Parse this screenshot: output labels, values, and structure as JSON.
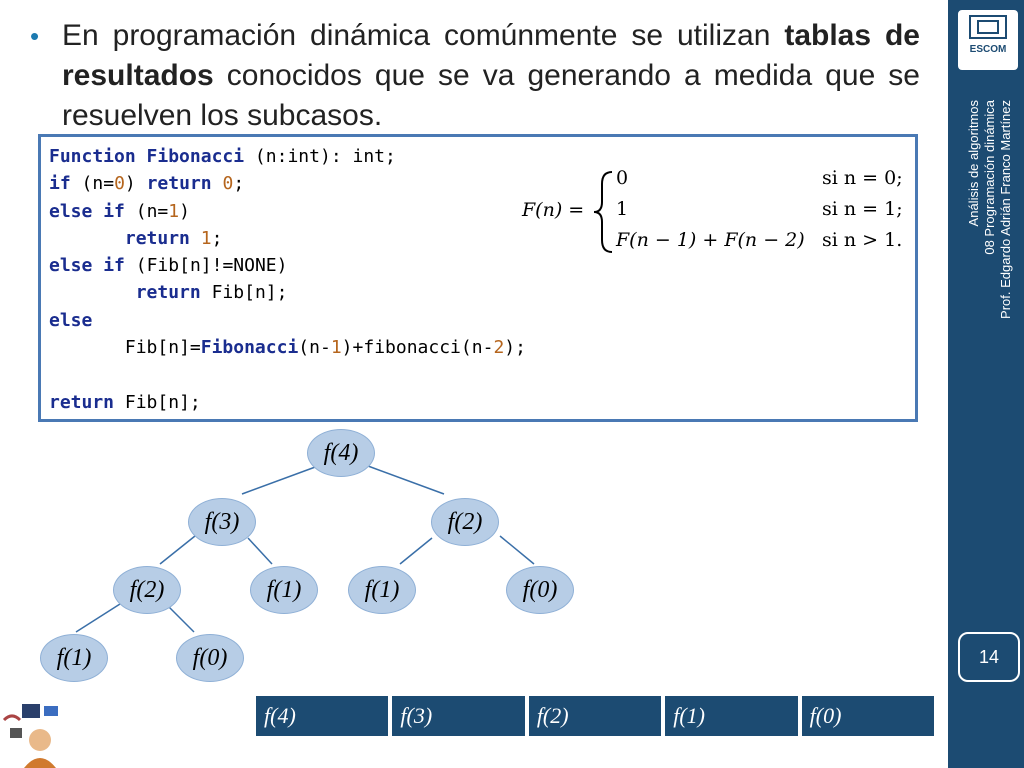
{
  "bullet_text_parts": {
    "a": "En programación dinámica comúnmente se utilizan ",
    "b": "tablas de resultados",
    "c": " conocidos que se va generando a medida que se resuelven los subcasos."
  },
  "code_lines": [
    "Function Fibonacci (n:int): int;",
    "if (n=0) return 0;",
    "else if (n=1)",
    "       return 1;",
    "else if (Fib[n]!=NONE)",
    "        return Fib[n];",
    "else",
    "       Fib[n]=Fibonacci(n-1)+fibonacci(n-2);",
    "",
    "return Fib[n];"
  ],
  "formula": {
    "lhs": "F(n) =",
    "cases": [
      {
        "expr": "0",
        "cond": "si n = 0;"
      },
      {
        "expr": "1",
        "cond": "si n = 1;"
      },
      {
        "expr": "F(n − 1) + F(n − 2)",
        "cond": "si n > 1."
      }
    ]
  },
  "tree_nodes": [
    "f(4)",
    "f(3)",
    "f(2)",
    "f(2)",
    "f(1)",
    "f(1)",
    "f(0)",
    "f(1)",
    "f(0)"
  ],
  "table_cells": [
    "f(4)",
    "f(3)",
    "f(2)",
    "f(1)",
    "f(0)"
  ],
  "sidebar": {
    "logo": "ESCOM",
    "course_lines": [
      "Análisis de algoritmos",
      "08 Programación dinámica",
      "Prof. Edgardo Adrián Franco Martínez"
    ],
    "page_number": "14"
  },
  "colors": {
    "sidebar": "#1c4b72",
    "node": "#b7cde6",
    "code_border": "#4a79b4",
    "keyword": "#1a2d8f",
    "number": "#b5651d"
  }
}
